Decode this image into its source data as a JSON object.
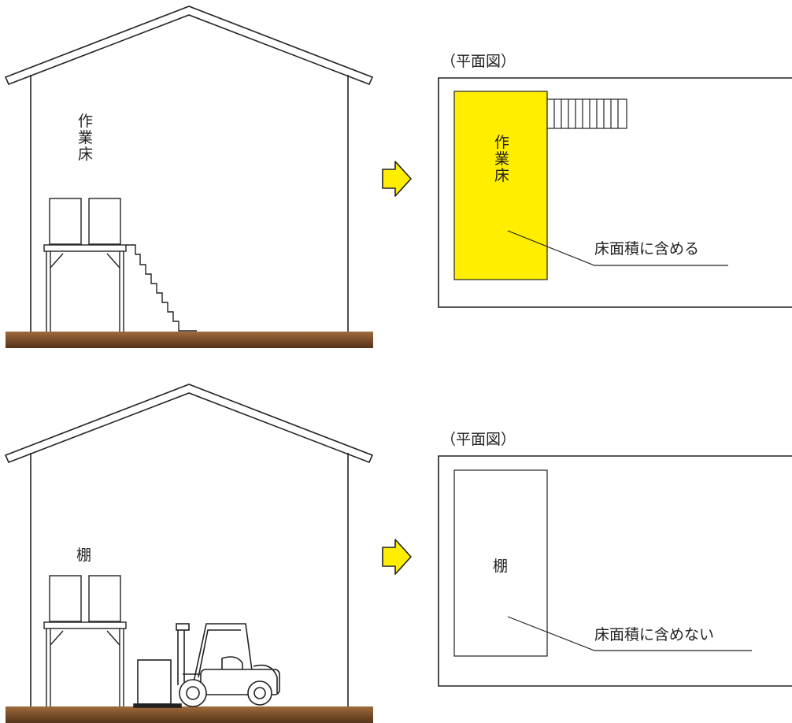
{
  "top": {
    "section_label": "作業床",
    "plan_caption": "（平面図）",
    "plan_label": "作業床",
    "callout": "床面積に含める"
  },
  "bottom": {
    "section_label": "棚",
    "plan_caption": "（平面図）",
    "plan_label": "棚",
    "callout": "床面積に含めない"
  },
  "colors": {
    "highlight": "#ffee00",
    "arrow_fill": "#ffee00",
    "ground": "#7a4e2a",
    "line": "#222222"
  },
  "icons": [
    "house-outline-icon",
    "arrow-right-icon",
    "stairs-icon",
    "forklift-icon"
  ]
}
